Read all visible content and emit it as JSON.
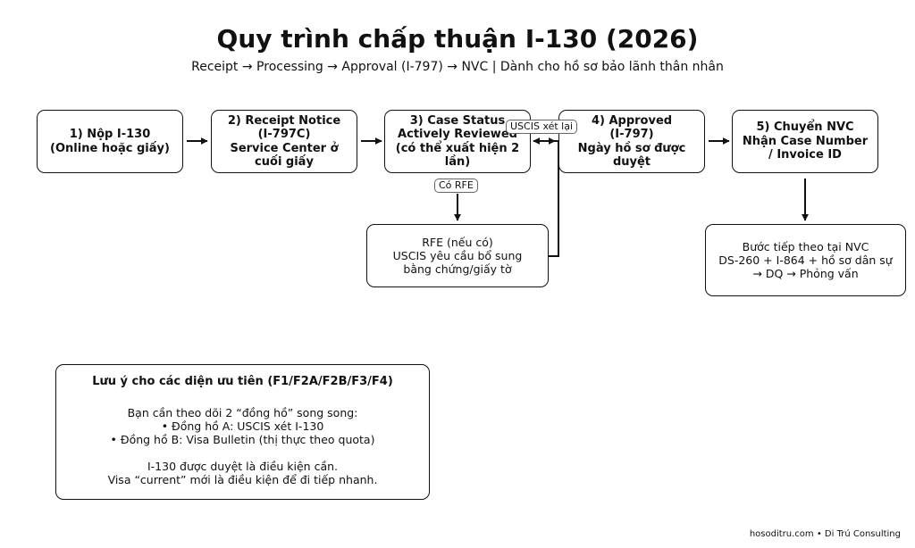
{
  "header": {
    "title": "Quy trình chấp thuận I-130 (2026)",
    "subtitle": "Receipt → Processing → Approval (I-797) → NVC | Dành cho hồ sơ bảo lãnh thân nhân"
  },
  "steps": [
    {
      "lines": [
        "1) Nộp I-130",
        "(Online hoặc giấy)"
      ]
    },
    {
      "lines": [
        "2) Receipt Notice",
        "(I-797C)",
        "Service Center ở",
        "cuối giấy"
      ]
    },
    {
      "lines": [
        "3) Case Status",
        "Actively Reviewed",
        "(có thể xuất hiện 2",
        "lần)"
      ]
    },
    {
      "lines": [
        "4) Approved",
        "(I-797)",
        "Ngày hồ sơ được",
        "duyệt"
      ]
    },
    {
      "lines": [
        "5) Chuyển NVC",
        "Nhận Case Number",
        "/ Invoice ID"
      ]
    }
  ],
  "rfe_box": {
    "lines": [
      "RFE (nếu có)",
      "USCIS yêu cầu bổ sung",
      "bằng chứng/giấy tờ"
    ]
  },
  "nvc_box": {
    "lines": [
      "Bước tiếp theo tại NVC",
      "DS-260 + I-864 + hồ sơ dân sự",
      "→ DQ → Phỏng vấn"
    ]
  },
  "labels": {
    "rfe": "Có RFE",
    "review": "USCIS xét lại"
  },
  "note": {
    "title": "Lưu ý cho các diện ưu tiên (F1/F2A/F2B/F3/F4)",
    "lines": [
      "Bạn cần theo dõi 2 “đồng hồ” song song:",
      "• Đồng hồ A: USCIS xét I-130",
      "• Đồng hồ B: Visa Bulletin (thị thực theo quota)"
    ],
    "lines2": [
      "I-130 được duyệt là điều kiện cần.",
      "Visa “current” mới là điều kiện để đi tiếp nhanh."
    ]
  },
  "footer": "hosoditru.com • Di Trú Consulting",
  "colors": {
    "stroke": "#111111",
    "background": "#ffffff"
  }
}
